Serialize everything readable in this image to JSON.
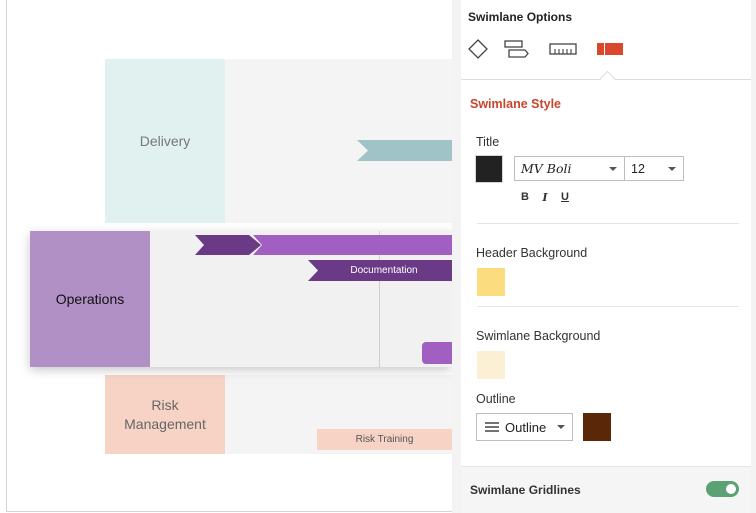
{
  "canvas": {
    "lanes": {
      "delivery": {
        "label": "Delivery"
      },
      "operations": {
        "label": "Operations"
      },
      "risk": {
        "label": "Risk\nManagement"
      }
    },
    "tasks": {
      "documentation": "Documentation",
      "risk_training": "Risk Training"
    }
  },
  "panel": {
    "title": "Swimlane Options",
    "tabs": [
      {
        "icon": "diamond-shape-icon"
      },
      {
        "icon": "process-shape-icon"
      },
      {
        "icon": "ruler-timeline-icon"
      },
      {
        "icon": "swimlane-icon",
        "selected": true
      }
    ],
    "section_title": "Swimlane Style",
    "title_group": {
      "label": "Title",
      "color": "#222222",
      "font": "MV Boli",
      "size": "12",
      "bold": "B",
      "italic": "I",
      "underline": "U"
    },
    "header_background": {
      "label": "Header Background",
      "color": "#fbdc7f"
    },
    "swimlane_background": {
      "label": "Swimlane Background",
      "color": "#fbf0d3"
    },
    "outline": {
      "label": "Outline",
      "style_value": "Outline",
      "color": "#5a2808"
    },
    "gridlines": {
      "label": "Swimlane Gridlines",
      "enabled": true
    },
    "accent": "#c9452c"
  }
}
